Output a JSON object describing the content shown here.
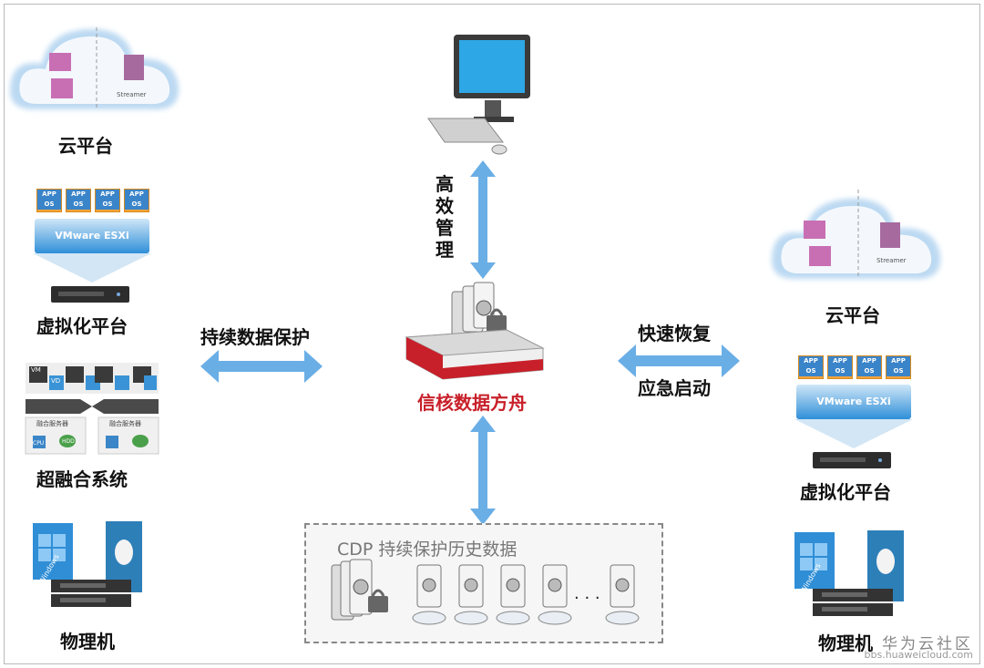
{
  "left": {
    "cloud_label": "云平台",
    "virtual_label": "虚拟化平台",
    "hci_label": "超融合系统",
    "physical_label": "物理机",
    "vmware": "VMware ESXi",
    "app": "APP",
    "os": "OS",
    "vm": "VM",
    "vd": "VD",
    "fusion_server": "融合服务器",
    "cpu": "CPU",
    "hdd": "HDD",
    "streamer": "Streamer",
    "windows": "Windows"
  },
  "right": {
    "cloud_label": "云平台",
    "virtual_label": "虚拟化平台",
    "physical_label": "物理机",
    "vmware": "VMware ESXi",
    "app": "APP",
    "os": "OS",
    "streamer": "Streamer",
    "windows": "Windows"
  },
  "center": {
    "mgmt_label": "高效管理",
    "product_label": "信核数据方舟",
    "left_arrow_label": "持续数据保护",
    "right_arrow_top": "快速恢复",
    "right_arrow_bottom": "应急启动",
    "cdp_title": "CDP 持续保护历史数据",
    "ellipsis": "· · ·"
  },
  "watermark": {
    "line1": "华为云社区",
    "line2": "bbs.huaweicloud.com"
  },
  "colors": {
    "arrow": "#6aaee6",
    "product_red": "#c8202a",
    "vmware_blue": "#2f8fd8",
    "app_orange": "#f3a33a"
  }
}
